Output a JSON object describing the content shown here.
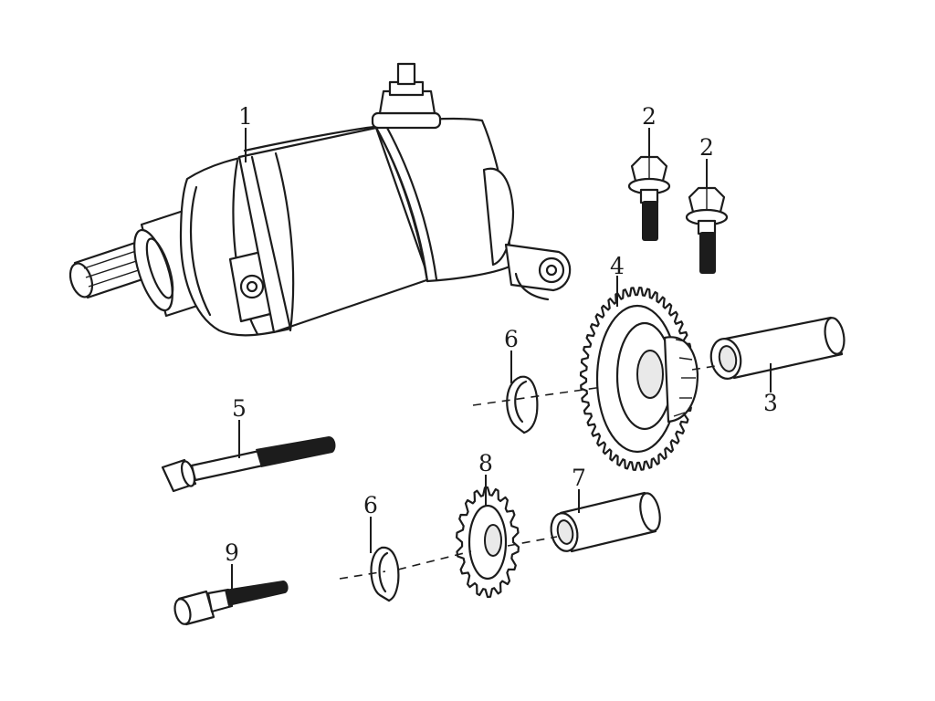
{
  "callouts": [
    {
      "id": "c1",
      "label": "1"
    },
    {
      "id": "c2a",
      "label": "2"
    },
    {
      "id": "c2b",
      "label": "2"
    },
    {
      "id": "c3",
      "label": "3"
    },
    {
      "id": "c4",
      "label": "4"
    },
    {
      "id": "c5",
      "label": "5"
    },
    {
      "id": "c6a",
      "label": "6"
    },
    {
      "id": "c6b",
      "label": "6"
    },
    {
      "id": "c7",
      "label": "7"
    },
    {
      "id": "c8",
      "label": "8"
    },
    {
      "id": "c9",
      "label": "9"
    }
  ],
  "parts": [
    {
      "icon": "starter-motor-icon"
    },
    {
      "icon": "flange-bolt-icon"
    },
    {
      "icon": "shaft-sleeve-icon"
    },
    {
      "icon": "double-gear-icon"
    },
    {
      "icon": "long-bolt-icon"
    },
    {
      "icon": "circlip-icon"
    },
    {
      "icon": "small-sleeve-icon"
    },
    {
      "icon": "small-gear-icon"
    },
    {
      "icon": "socket-bolt-icon"
    }
  ]
}
